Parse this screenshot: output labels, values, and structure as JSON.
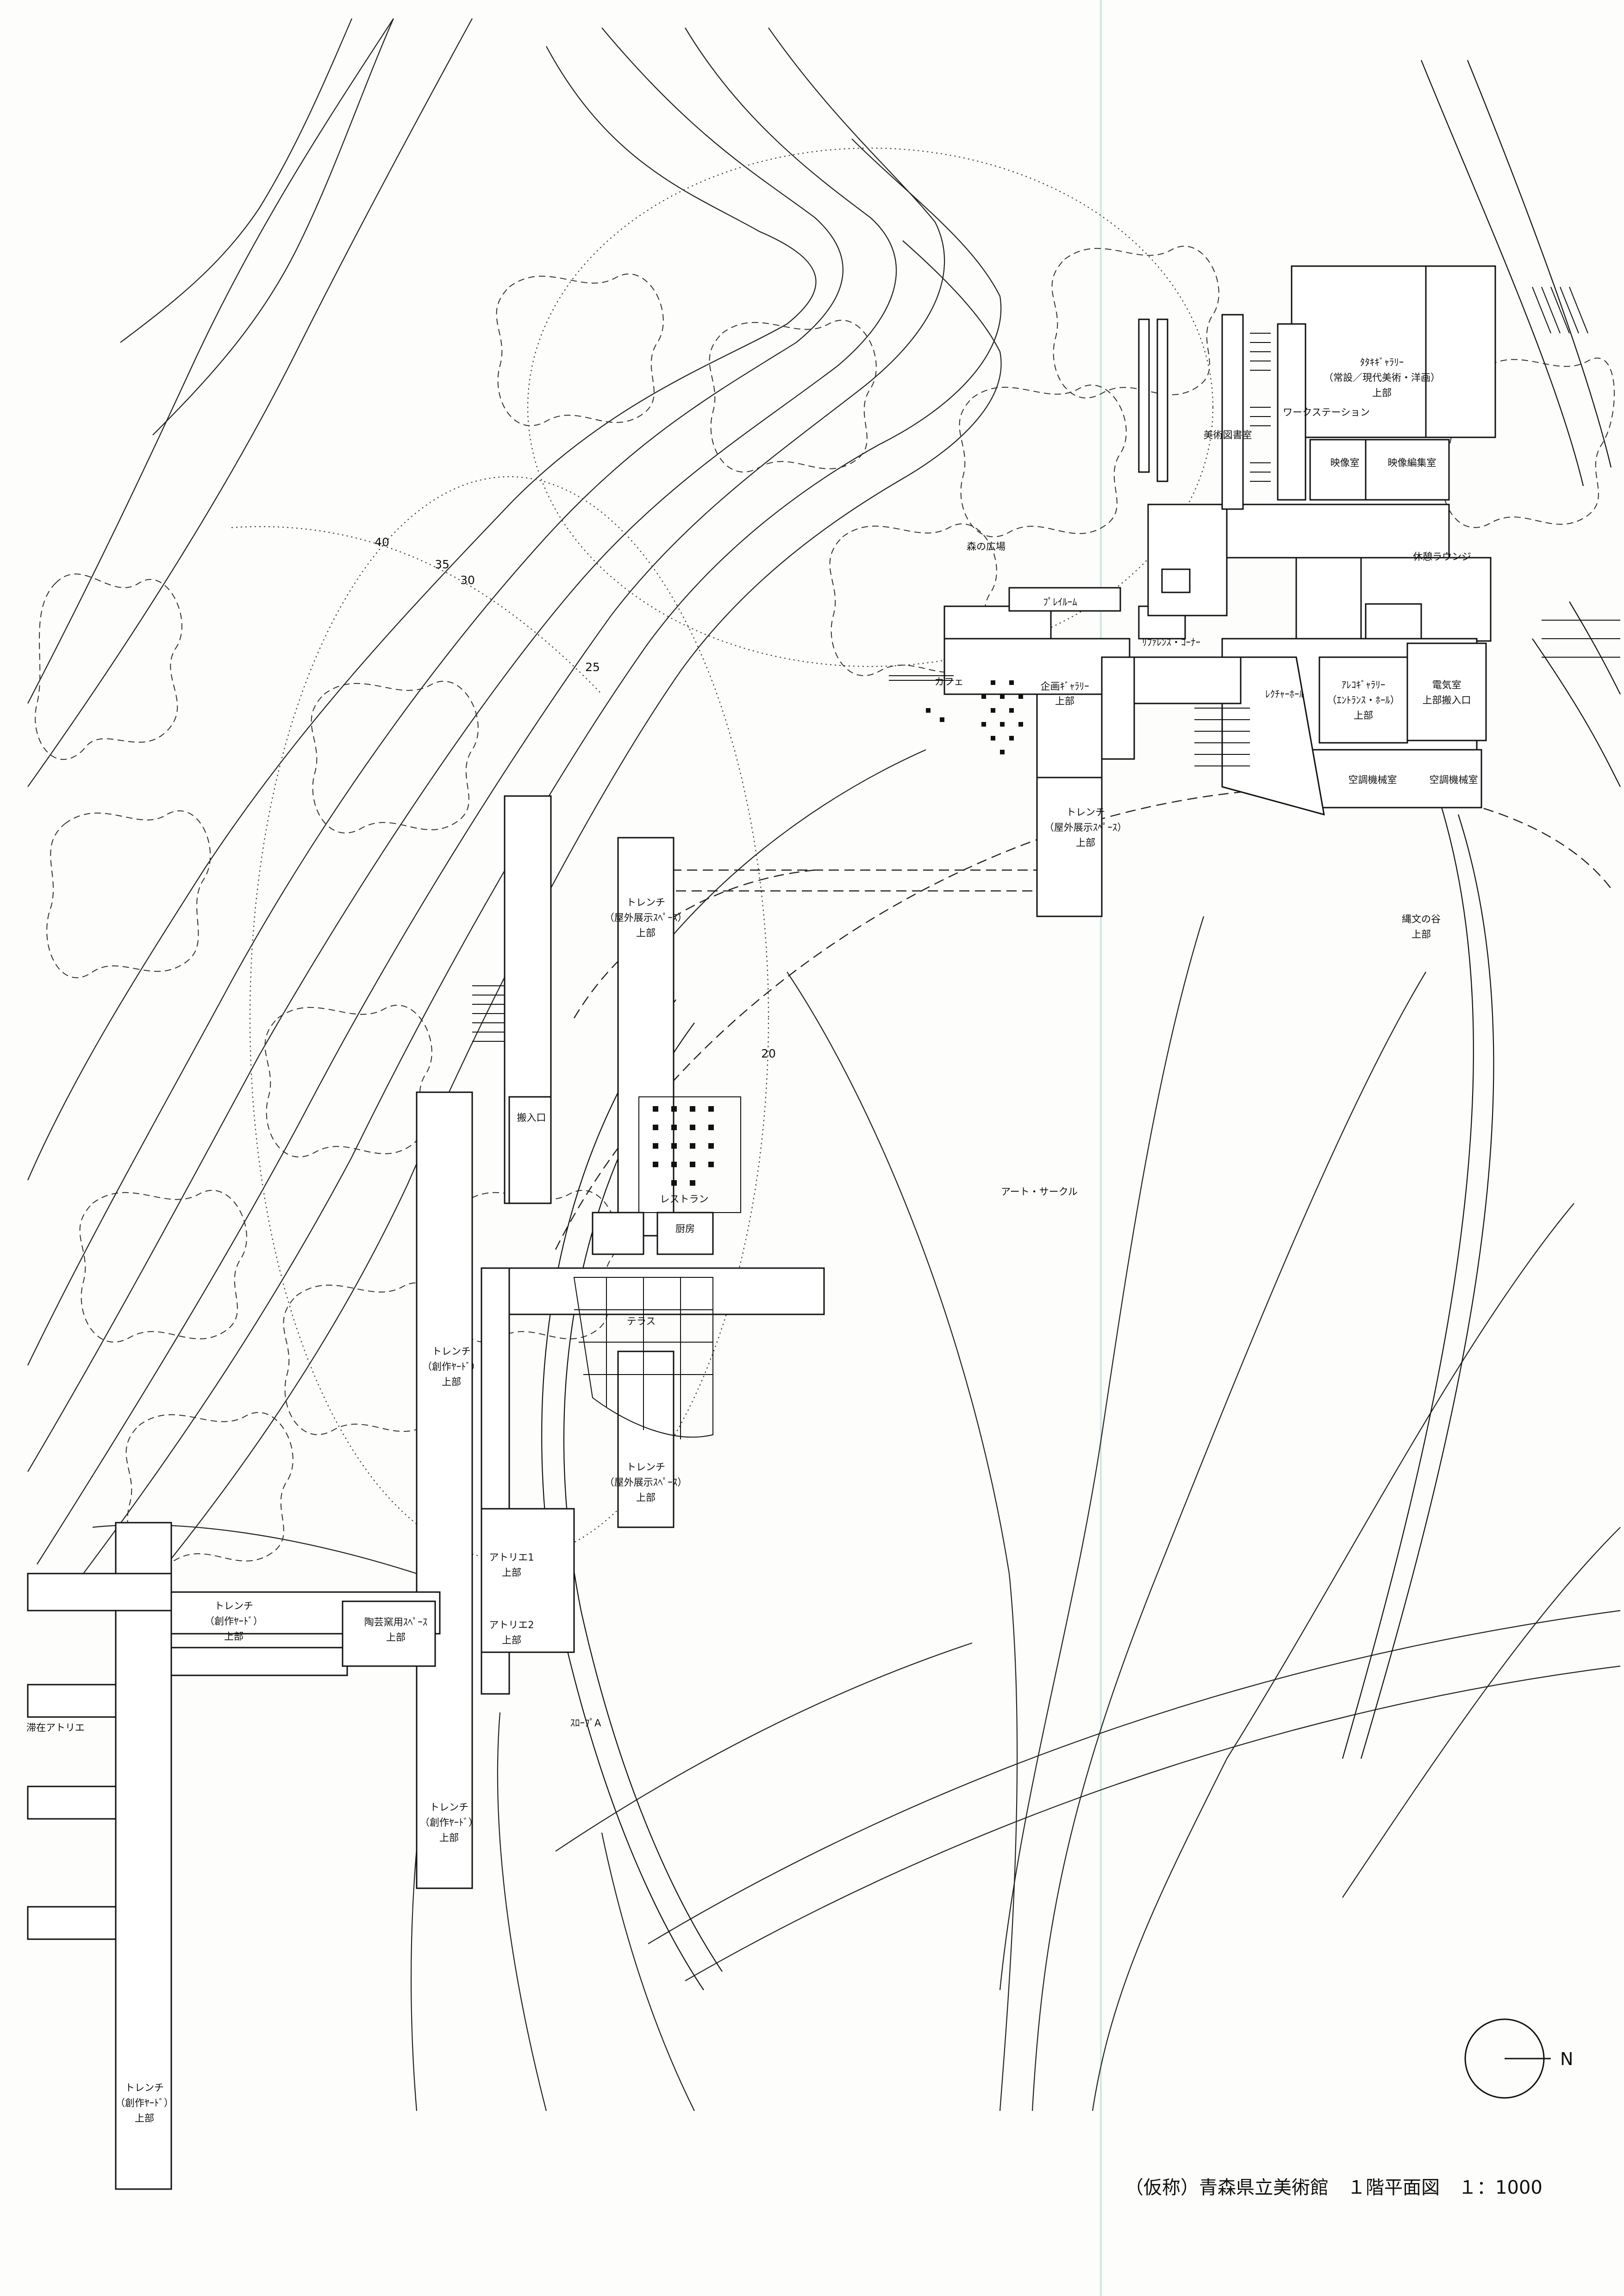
{
  "title": "（仮称）青森県立美術館　１階平面図　１：1000",
  "north_label": "N",
  "contour_labels": [
    "40",
    "35",
    "30",
    "25",
    "20"
  ],
  "rooms": {
    "tataki_gallery": [
      "ﾀﾀｷｷﾞｬﾗﾘｰ",
      "（常設／現代美術・洋画）",
      "上部"
    ],
    "workstation": "ワークステーション",
    "library": "美術図書室",
    "video_room": "映像室",
    "video_edit": "映像編集室",
    "lounge": "休憩ラウンジ",
    "forest_plaza": "森の広場",
    "play_room": "ﾌﾟﾚｲﾙｰﾑ",
    "reference_corner": "ﾘﾌｧﾚﾝｽ・ｺｰﾅｰ",
    "cafe": "カフェ",
    "special_gallery": [
      "企画ｷﾞｬﾗﾘｰ",
      "上部"
    ],
    "lecture_hall": "ﾚｸﾁｬｰﾎｰﾙ",
    "aleko_gallery": [
      "ｱﾚｺｷﾞｬﾗﾘｰ",
      "（ｴﾝﾄﾗﾝｽ・ﾎｰﾙ）",
      "上部"
    ],
    "electric_room": [
      "電気室",
      "上部搬入口"
    ],
    "ac_room_1": "空調機械室",
    "ac_room_2": "空調機械室",
    "trench_outdoor_1": [
      "トレンチ",
      "（屋外展示ｽﾍﾟｰｽ）",
      "上部"
    ],
    "trench_outdoor_2": [
      "トレンチ",
      "（屋外展示ｽﾍﾟｰｽ）",
      "上部"
    ],
    "trench_outdoor_3": [
      "トレンチ",
      "（屋外展示ｽﾍﾟｰｽ）",
      "上部"
    ],
    "jomon_valley": [
      "縄文の谷",
      "上部"
    ],
    "loading_entrance": "搬入口",
    "restaurant": "レストラン",
    "kitchen": "厨房",
    "art_circle": "アート・サークル",
    "terrace": "テラス",
    "trench_yard_1": [
      "トレンチ",
      "（創作ﾔｰﾄﾞ）",
      "上部"
    ],
    "trench_yard_2": [
      "トレンチ",
      "（創作ﾔｰﾄﾞ）",
      "上部"
    ],
    "trench_yard_3": [
      "トレンチ",
      "（創作ﾔｰﾄﾞ）",
      "上部"
    ],
    "trench_yard_4": [
      "トレンチ",
      "（創作ﾔｰﾄﾞ）",
      "上部"
    ],
    "atelier_1": [
      "アトリエ1",
      "上部"
    ],
    "atelier_2": [
      "アトリエ2",
      "上部"
    ],
    "ceramics_space": [
      "陶芸窯用ｽﾍﾟｰｽ",
      "上部"
    ],
    "stay_atelier": "滞在アトリエ",
    "slope_a": "ｽﾛｰﾌﾟA"
  }
}
